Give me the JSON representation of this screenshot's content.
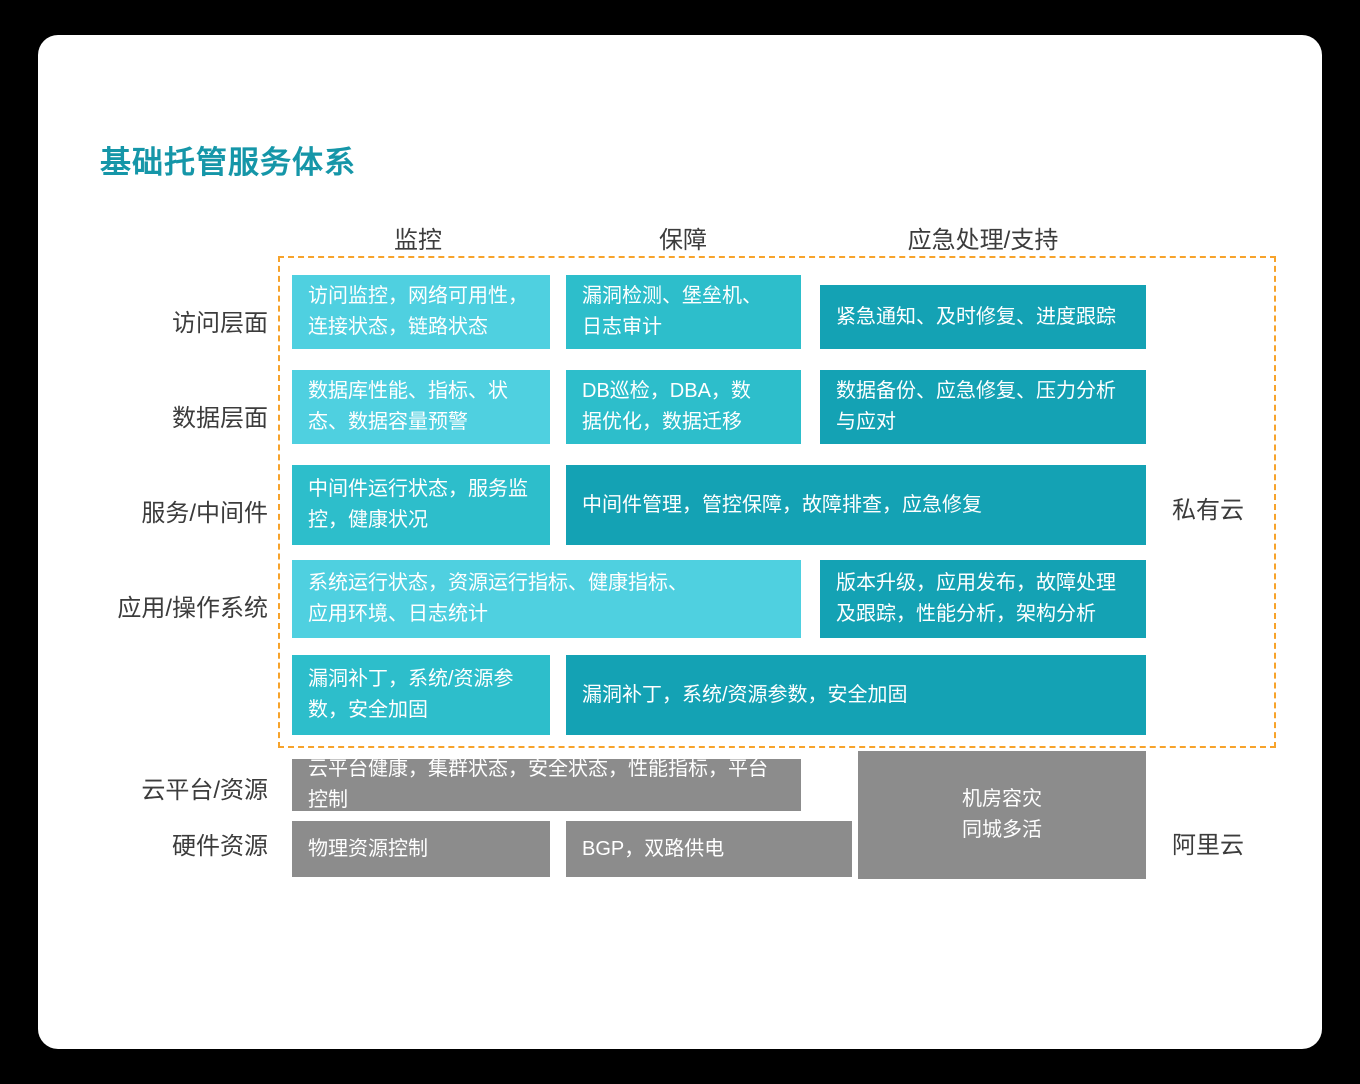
{
  "title": "基础托管服务体系",
  "accent_color": "#1596a8",
  "dash_color": "#f7a32b",
  "columns": [
    {
      "label": "监控"
    },
    {
      "label": "保障"
    },
    {
      "label": "应急处理/支持"
    }
  ],
  "rows": [
    {
      "label": "访问层面"
    },
    {
      "label": "数据层面"
    },
    {
      "label": "服务/中间件"
    },
    {
      "label": "应用/操作系统"
    },
    {
      "label": ""
    },
    {
      "label": "云平台/资源"
    },
    {
      "label": "硬件资源"
    }
  ],
  "side_labels": {
    "private_cloud": "私有云",
    "alibaba_cloud": "阿里云"
  },
  "cells": {
    "r1c1": "访问监控，网络可用性，连接状态，链路状态",
    "r1c1_l1": "访问监控，网络可用性，",
    "r1c1_l2": "连接状态，链路状态",
    "r1c2_l1": "漏洞检测、堡垒机、",
    "r1c2_l2": "日志审计",
    "r1c3": "紧急通知、及时修复、进度跟踪",
    "r2c1_l1": "数据库性能、指标、状",
    "r2c1_l2": "态、数据容量预警",
    "r2c2_l1": "DB巡检，DBA，数",
    "r2c2_l2": "据优化，数据迁移",
    "r2c3_l1": "数据备份、应急修复、压力分析",
    "r2c3_l2": "与应对",
    "r3c1_l1": "中间件运行状态，服务监",
    "r3c1_l2": "控，健康状况",
    "r3c23": "中间件管理，管控保障，故障排查，应急修复",
    "r4c12_l1": "系统运行状态，资源运行指标、健康指标、",
    "r4c12_l2": "应用环境、日志统计",
    "r4c3_l1": "版本升级，应用发布，故障处理",
    "r4c3_l2": "及跟踪，性能分析，架构分析",
    "r5c1_l1": "漏洞补丁，系统/资源参",
    "r5c1_l2": "数，安全加固",
    "r5c23": "漏洞补丁，系统/资源参数，安全加固",
    "r6c12": "云平台健康，集群状态，安全状态，性能指标，平台控制",
    "r6c3_l1": "机房容灾",
    "r6c3_l2": "同城多活",
    "r7c1": "物理资源控制",
    "r7c2": "BGP，双路供电"
  }
}
